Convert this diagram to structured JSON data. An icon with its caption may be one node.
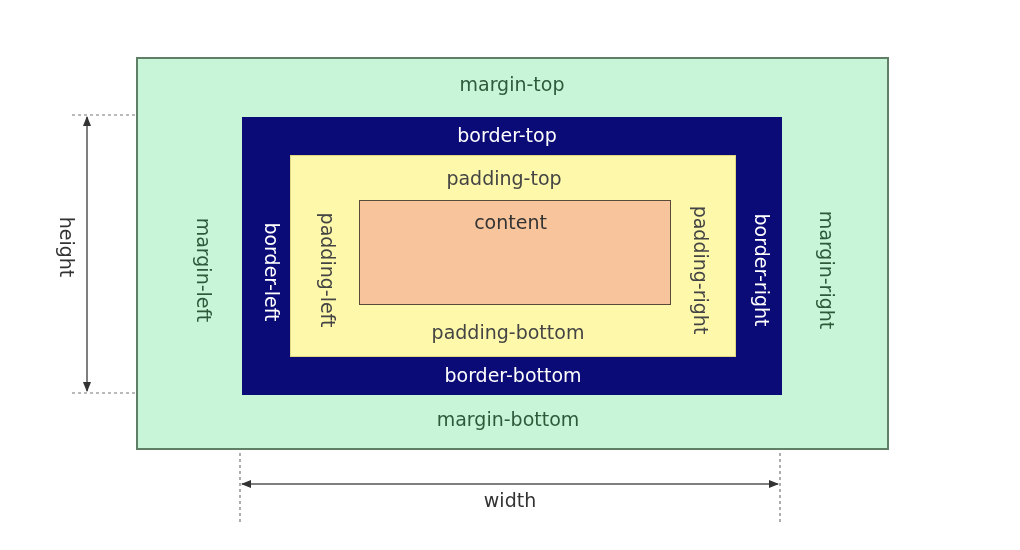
{
  "diagram": {
    "nodes": [
      {
        "text": [
          "margin-top",
          "margin-left",
          "margin-right",
          "margin-bottom"
        ]
      },
      {
        "text": [
          "border-top",
          "border-left",
          "border-right",
          "border-bottom"
        ],
        "in": 0
      },
      {
        "text": [
          "padding-top",
          "padding-left",
          "padding-right",
          "padding-bottom"
        ],
        "in": 1
      },
      {
        "text": [
          "content"
        ],
        "in": 2
      }
    ],
    "edges": [],
    "labels": [
      "height",
      "width"
    ]
  }
}
